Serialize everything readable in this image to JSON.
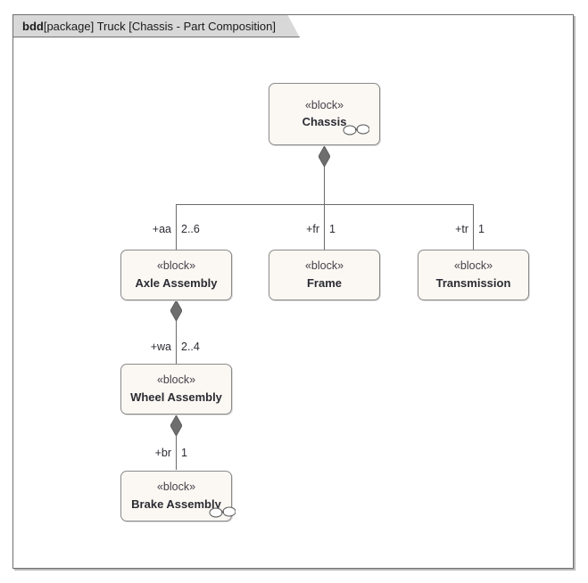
{
  "frame": {
    "tab_kind": "bdd",
    "tab_text": "[package] Truck [Chassis - Part Composition]"
  },
  "diagram": {
    "type": "sysml-block-definition-diagram",
    "blocks": [
      {
        "id": "chassis",
        "stereotype": "«block»",
        "name": "Chassis",
        "has_link_icon": true
      },
      {
        "id": "axle-assembly",
        "stereotype": "«block»",
        "name": "Axle Assembly",
        "has_link_icon": false
      },
      {
        "id": "frame",
        "stereotype": "«block»",
        "name": "Frame",
        "has_link_icon": false
      },
      {
        "id": "transmission",
        "stereotype": "«block»",
        "name": "Transmission",
        "has_link_icon": false
      },
      {
        "id": "wheel-assembly",
        "stereotype": "«block»",
        "name": "Wheel Assembly",
        "has_link_icon": false
      },
      {
        "id": "brake-assembly",
        "stereotype": "«block»",
        "name": "Brake Assembly",
        "has_link_icon": true
      }
    ],
    "associations": [
      {
        "id": "chassis-axle",
        "kind": "composition",
        "whole": "Chassis",
        "part": "Axle Assembly",
        "role": "+aa",
        "multiplicity": "2..6"
      },
      {
        "id": "chassis-frame",
        "kind": "composition",
        "whole": "Chassis",
        "part": "Frame",
        "role": "+fr",
        "multiplicity": "1"
      },
      {
        "id": "chassis-transmission",
        "kind": "composition",
        "whole": "Chassis",
        "part": "Transmission",
        "role": "+tr",
        "multiplicity": "1"
      },
      {
        "id": "axle-wheel",
        "kind": "composition",
        "whole": "Axle Assembly",
        "part": "Wheel Assembly",
        "role": "+wa",
        "multiplicity": "2..4"
      },
      {
        "id": "wheel-brake",
        "kind": "composition",
        "whole": "Wheel Assembly",
        "part": "Brake Assembly",
        "role": "+br",
        "multiplicity": "1"
      }
    ],
    "colors": {
      "block_fill": "#fbf8f3",
      "block_border": "#8a8a8a",
      "connector": "#6a6a6a",
      "diamond_fill": "#6e6e6e",
      "tab_fill": "#d8d8d8",
      "frame_border": "#6e6e6e",
      "canvas": "#ffffff"
    }
  }
}
